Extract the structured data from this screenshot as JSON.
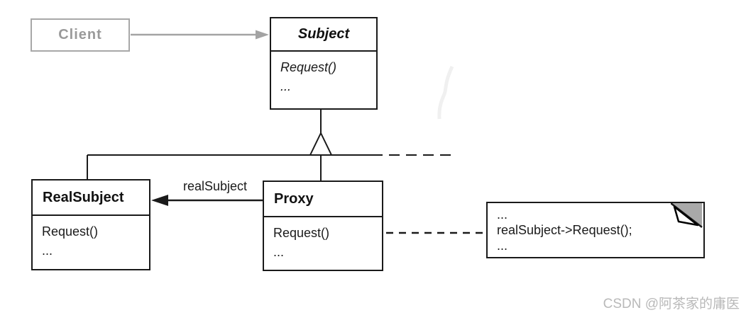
{
  "diagram": {
    "pattern": "Proxy (UML class diagram)",
    "classes": {
      "client": {
        "name": "Client"
      },
      "subject": {
        "name": "Subject",
        "methods": [
          "Request()",
          "..."
        ]
      },
      "real_subject": {
        "name": "RealSubject",
        "methods": [
          "Request()",
          "..."
        ]
      },
      "proxy": {
        "name": "Proxy",
        "methods": [
          "Request()",
          "..."
        ]
      }
    },
    "association_label": "realSubject",
    "note": {
      "lines": [
        "...",
        "realSubject->Request();",
        "..."
      ]
    },
    "watermark": "CSDN @阿茶家的庸医",
    "colors": {
      "line_black": "#1a1a1a",
      "client_gray": "#a0a0a0",
      "note_fold_gray": "#a9a9a9",
      "watermark_gray": "#b9b9b9",
      "background": "#ffffff"
    }
  }
}
